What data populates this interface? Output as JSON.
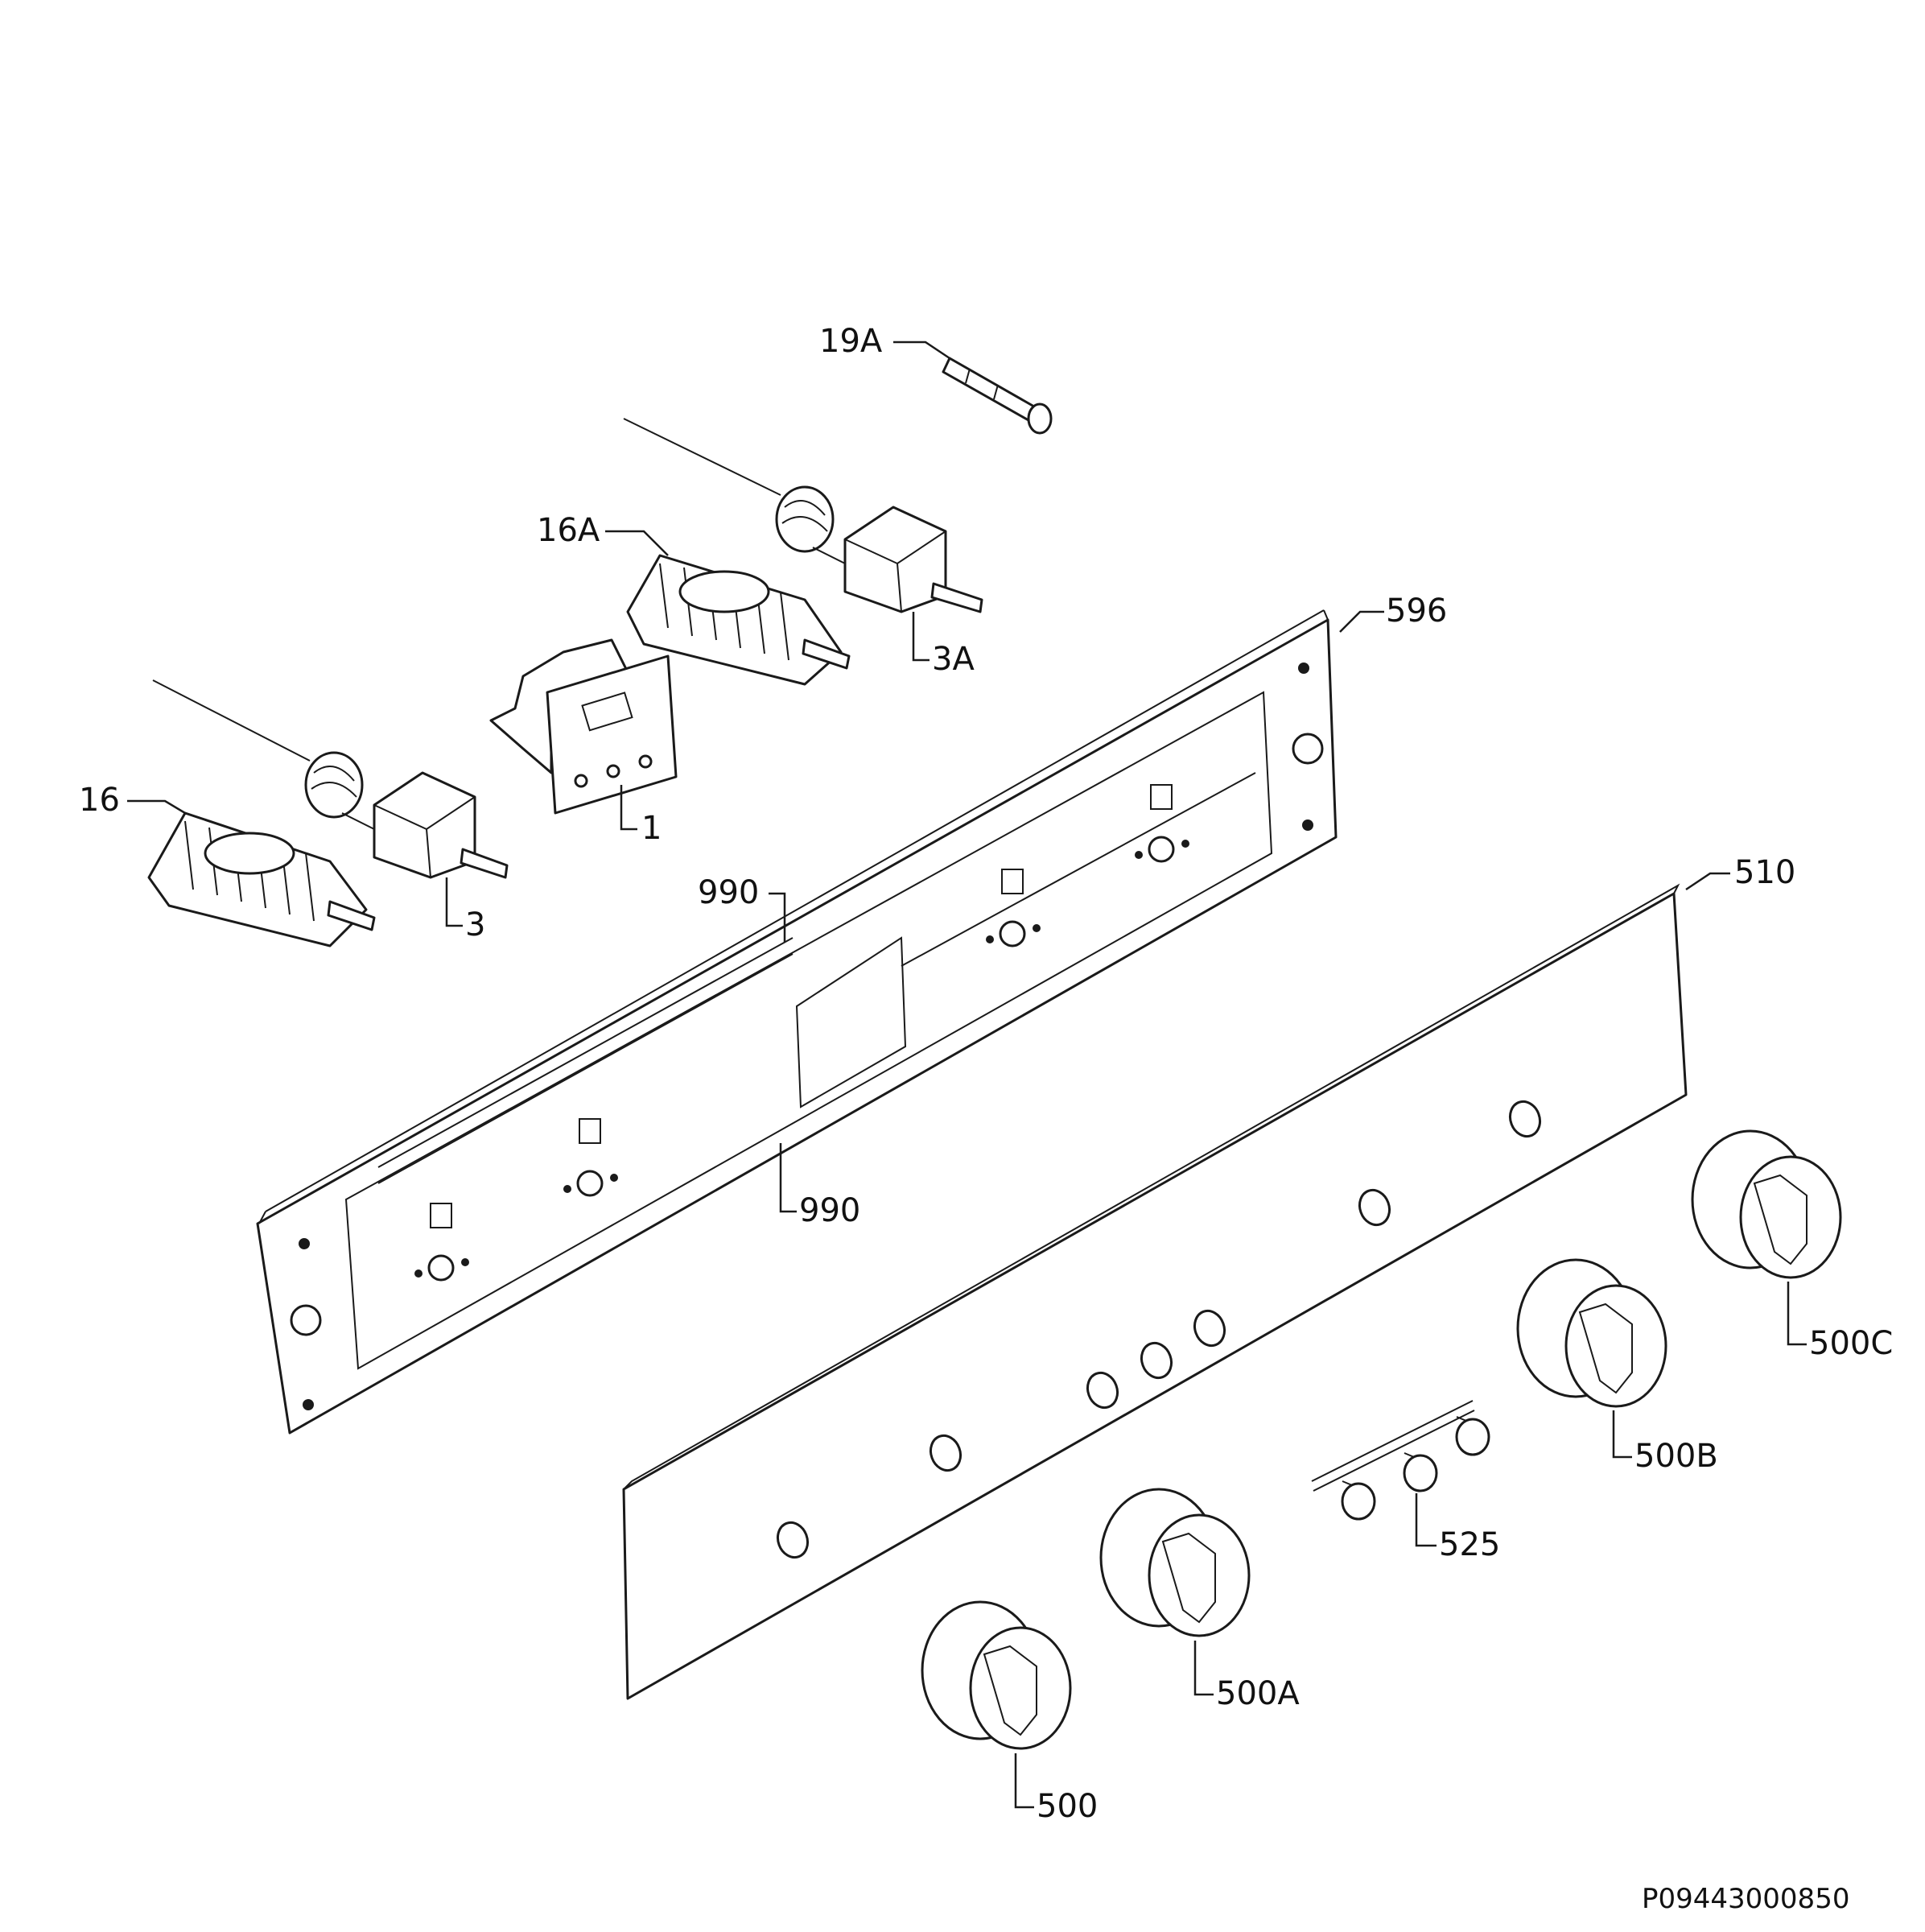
{
  "diagram": {
    "drawing_code": "P09443000850",
    "labels": {
      "p19A": "19A",
      "p16A": "16A",
      "p3A": "3A",
      "p596": "596",
      "p16": "16",
      "p1": "1",
      "p3": "3",
      "p990_top": "990",
      "p990_bottom": "990",
      "p510": "510",
      "p500C": "500C",
      "p500B": "500B",
      "p525": "525",
      "p500A": "500A",
      "p500": "500"
    }
  }
}
